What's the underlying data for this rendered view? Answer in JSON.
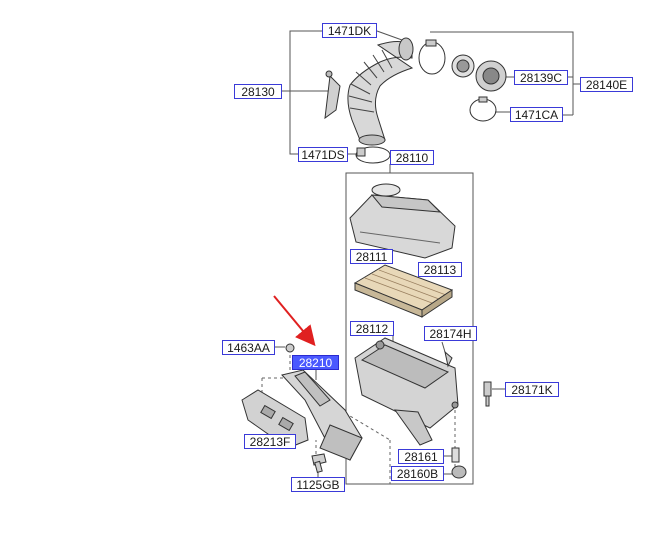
{
  "diagram": {
    "part_labels": [
      {
        "id": "1471DK",
        "text": "1471DK",
        "highlighted": false
      },
      {
        "id": "28130",
        "text": "28130",
        "highlighted": false
      },
      {
        "id": "28139C",
        "text": "28139C",
        "highlighted": false
      },
      {
        "id": "28140E",
        "text": "28140E",
        "highlighted": false
      },
      {
        "id": "1471CA",
        "text": "1471CA",
        "highlighted": false
      },
      {
        "id": "1471DS",
        "text": "1471DS",
        "highlighted": false
      },
      {
        "id": "28110",
        "text": "28110",
        "highlighted": false
      },
      {
        "id": "28111",
        "text": "28111",
        "highlighted": false
      },
      {
        "id": "28113",
        "text": "28113",
        "highlighted": false
      },
      {
        "id": "28112",
        "text": "28112",
        "highlighted": false
      },
      {
        "id": "28174H",
        "text": "28174H",
        "highlighted": false
      },
      {
        "id": "1463AA",
        "text": "1463AA",
        "highlighted": false
      },
      {
        "id": "28210",
        "text": "28210",
        "highlighted": true
      },
      {
        "id": "28171K",
        "text": "28171K",
        "highlighted": false
      },
      {
        "id": "28213F",
        "text": "28213F",
        "highlighted": false
      },
      {
        "id": "28161",
        "text": "28161",
        "highlighted": false
      },
      {
        "id": "28160B",
        "text": "28160B",
        "highlighted": false
      },
      {
        "id": "1125GB",
        "text": "1125GB",
        "highlighted": false
      }
    ],
    "colors": {
      "label_border": "#3a3ad8",
      "highlight_fill": "#4a59ff",
      "highlight_text": "#ffffff",
      "pointer_arrow": "#e02020",
      "part_stroke": "#333333",
      "part_fill": "#dcdcdc",
      "leader_line": "#555555"
    }
  }
}
